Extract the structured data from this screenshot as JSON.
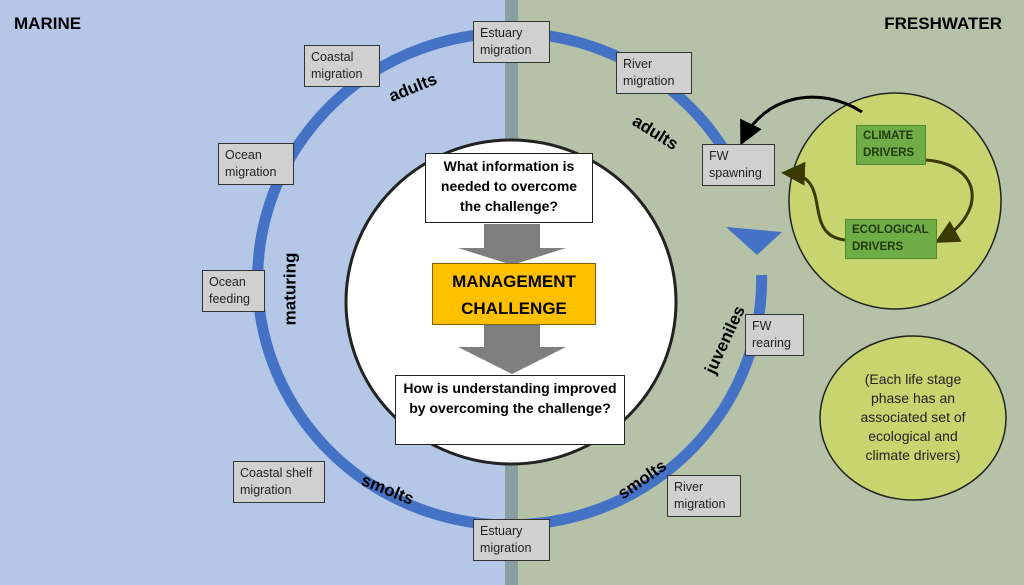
{
  "regions": {
    "left": "MARINE",
    "right": "FRESHWATER"
  },
  "stages": {
    "estuary_top": [
      "Estuary",
      "migration"
    ],
    "river_top": [
      "River",
      "migration"
    ],
    "fw_spawning": [
      "FW",
      "spawning"
    ],
    "fw_rearing": [
      "FW",
      "rearing"
    ],
    "river_bottom": [
      "River",
      "migration"
    ],
    "estuary_bottom": [
      "Estuary",
      "migration"
    ],
    "coastal_shelf": [
      "Coastal shelf",
      "migration"
    ],
    "ocean_feeding": [
      "Ocean",
      "feeding"
    ],
    "ocean_migration": [
      "Ocean",
      "migration"
    ],
    "coastal_migration": [
      "Coastal",
      "migration"
    ]
  },
  "arc_labels": {
    "adults_left": "adults",
    "adults_right": "adults",
    "maturing": "maturing",
    "juveniles": "juveniles",
    "smolts_left": "smolts",
    "smolts_right": "smolts"
  },
  "center": {
    "question_top": "What information is needed to overcome the challenge?",
    "management": "MANAGEMENT CHALLENGE",
    "question_bottom": "How is understanding improved by overcoming the challenge?"
  },
  "drivers": {
    "climate": [
      "CLIMATE",
      "DRIVERS"
    ],
    "ecological": [
      "ECOLOGICAL",
      "DRIVERS"
    ]
  },
  "note": "(Each life stage phase has an associated set of ecological and climate drivers)",
  "colors": {
    "marine_bg": "#b4c7e7",
    "freshwater_bg": "#b6c2a8",
    "cycle_ring": "#4472c4",
    "driver_circle": "#c8d46e",
    "management_fill": "#ffc000",
    "driver_box": "#70ad47"
  }
}
